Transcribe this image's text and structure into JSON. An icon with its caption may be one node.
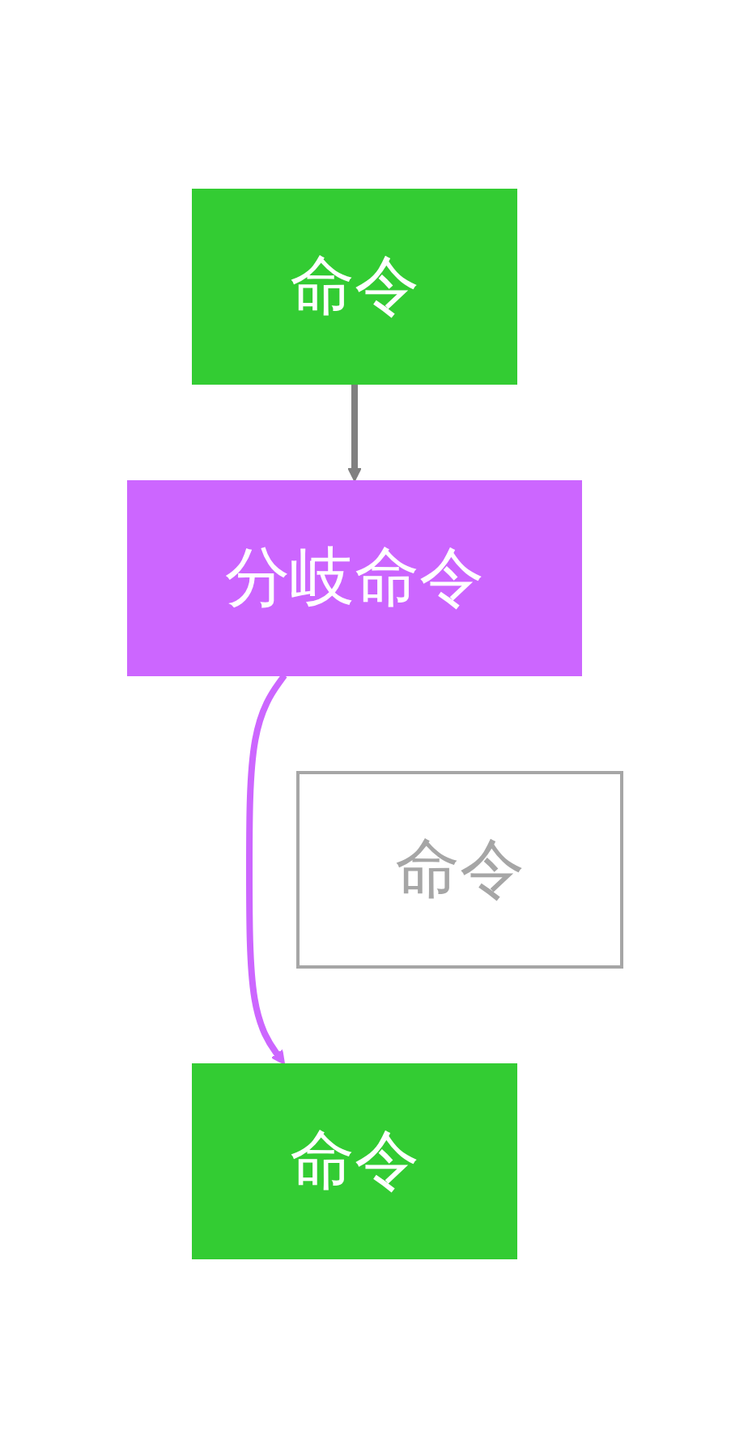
{
  "diagram": {
    "nodes": [
      {
        "text": [
          "命令"
        ]
      },
      {
        "text": [
          "分岐命令"
        ]
      },
      {
        "text": [
          "命令"
        ]
      },
      {
        "text": [
          "命令"
        ]
      }
    ],
    "edges": [
      {
        "from": 0,
        "to": 1,
        "arrow": "to",
        "color": "#808080"
      },
      {
        "from": 1,
        "to": 3,
        "arrow": "to",
        "color": "#cc66ff"
      }
    ]
  }
}
